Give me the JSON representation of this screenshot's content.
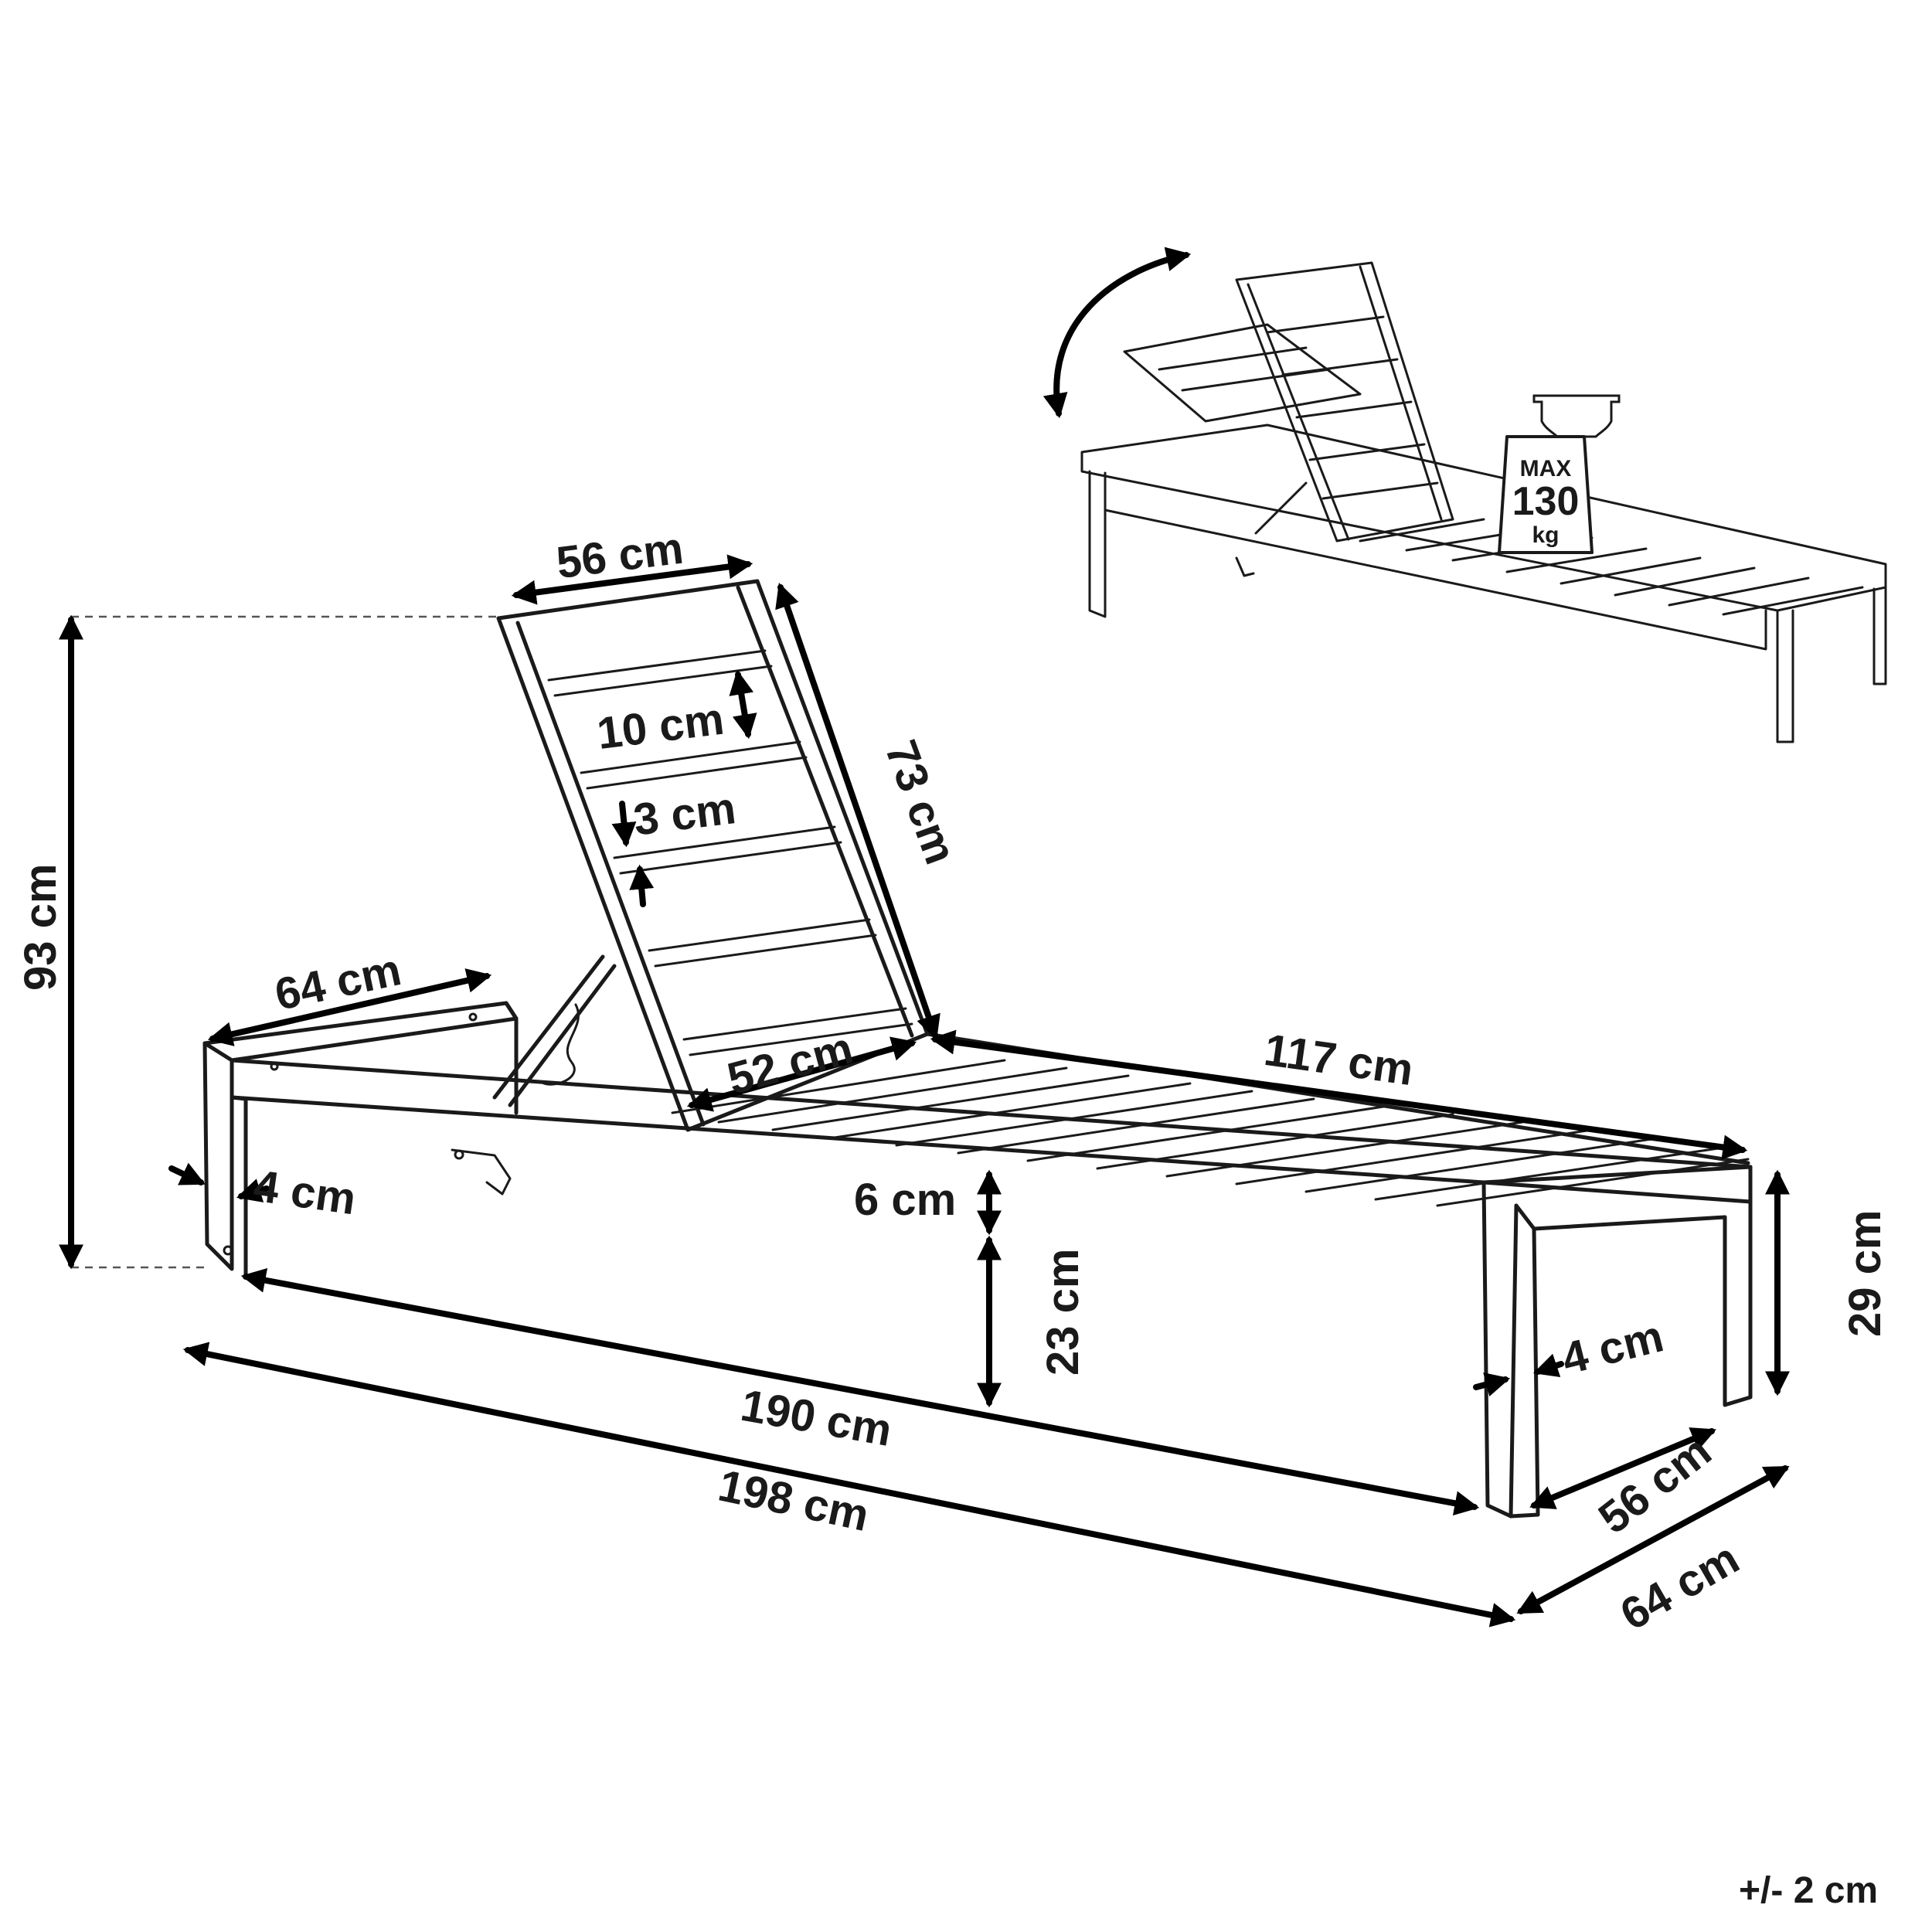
{
  "dimensions": {
    "backrest_width": "56 cm",
    "backrest_length": "73 cm",
    "slat_width": "10 cm",
    "slat_gap": "3 cm",
    "total_height": "93 cm",
    "head_width": "64 cm",
    "inner_backrest_width": "52 cm",
    "seat_length": "117 cm",
    "frame_thickness_left": "4 cm",
    "frame_depth": "6 cm",
    "leg_clearance": "23 cm",
    "inner_length": "190 cm",
    "total_length": "198 cm",
    "seat_height": "29 cm",
    "frame_thickness_right": "4 cm",
    "inner_width": "56 cm",
    "total_width": "64 cm"
  },
  "weight_limit": {
    "label": "MAX",
    "value": "130",
    "unit": "kg"
  },
  "tolerance": "+/- 2 cm"
}
